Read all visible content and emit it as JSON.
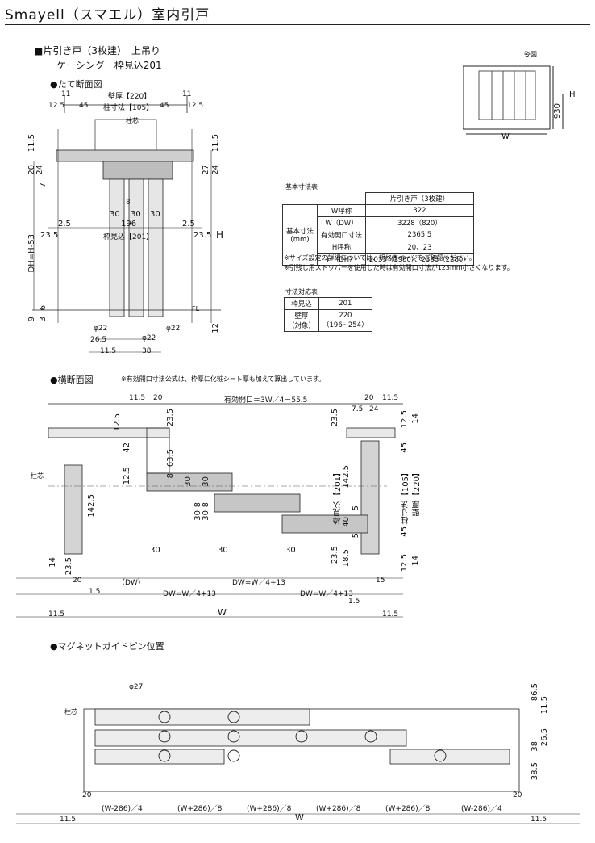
{
  "title": "Smayell（スマエル）室内引戸",
  "product": {
    "line1": "■片引き戸（3枚建）　上吊り",
    "line2": "ケーシング　枠見込201"
  },
  "key_plan": {
    "label": "姿図",
    "w": "W",
    "h": "H",
    "h_value": "930"
  },
  "vertical_section": {
    "heading": "●たて断面図",
    "top_labels": {
      "n11_left": "11",
      "n11_right": "11",
      "wall": "壁厚【220】",
      "n12_5_left": "12.5",
      "n45_left": "45",
      "pillar": "柱寸法【105】",
      "n45_right": "45",
      "n12_5_right": "12.5",
      "center": "柱芯"
    },
    "dims": {
      "v11_5_left": "11.5",
      "v11_5_right": "11.5",
      "v20": "20",
      "v24": "24",
      "v27": "27",
      "v24_r": "24",
      "v7": "7",
      "v8": "8",
      "h30a": "30",
      "h30b": "30",
      "h30c": "30",
      "h196": "196",
      "h2_5_left": "2.5",
      "h2_5_right": "2.5",
      "h23_5_left": "23.5",
      "h23_5_right": "23.5",
      "frame": "枠見込【201】",
      "dh": "DH=H-53",
      "h": "H",
      "fl": "FL",
      "v6": "6",
      "v3": "3",
      "v9": "9",
      "v12": "12",
      "phi22a": "φ22",
      "phi22b": "φ22",
      "phi22c": "φ22",
      "d26_5": "26.5",
      "d11_5": "11.5",
      "d38": "38"
    }
  },
  "basic_table": {
    "caption": "基本寸法表",
    "header": "片引き戸（3枚建）",
    "row_group": "基本寸法\n(mm)",
    "rows": [
      {
        "label": "W呼称",
        "value": "322"
      },
      {
        "label": "W（DW）",
        "value": "3228（820）"
      },
      {
        "label": "有効開口寸法",
        "value": "2365.5"
      },
      {
        "label": "H呼称",
        "value": "20、23"
      },
      {
        "label": "H（DH）",
        "value": "2033（1980）、2333（2280）"
      }
    ],
    "note1": "※サイズ設定の詳細については、規格表ページをご確認ください。",
    "note2": "※引残し用ストッパーを使用した時は有効開口寸法が123mm小さくなります。"
  },
  "corr_table": {
    "caption": "寸法対応表",
    "r1_label": "枠見込",
    "r1_value": "201",
    "r2_label": "壁厚\n（対象）",
    "r2_value": "220\n（196~254）"
  },
  "horizontal_section": {
    "heading": "●横断面図",
    "note": "※有効開口寸法公式は、枠厚に化粧シート厚も加えて算出しています。",
    "top": {
      "l11_5": "11.5",
      "l20": "20",
      "opening": "有効開口＝3W／4－55.5",
      "r20": "20",
      "r11_5": "11.5",
      "r7_5": "7.5",
      "r24": "24"
    },
    "left_v": {
      "a12_5": "12.5",
      "a23_5": "23.5",
      "a42": "42",
      "a63_5": "63.5",
      "a12_5b": "12.5",
      "a8": "8",
      "a30a": "30",
      "a30b": "30",
      "a142_5": "142.5",
      "a8b": "8",
      "a30c": "30",
      "a8c": "8",
      "a30d": "30"
    },
    "right_v": {
      "b23_5": "23.5",
      "b201": "枠見込【201】",
      "b142_5": "142.5",
      "b5a": "5",
      "b40": "40",
      "b5b": "5",
      "b23_5b": "23.5",
      "b18_5": "18.5",
      "b12_5": "12.5",
      "b14": "14",
      "b45a": "45",
      "b105": "柱寸法【105】",
      "b220": "壁厚【220】",
      "b45b": "45",
      "b12_5b": "12.5",
      "b14b": "14"
    },
    "center": "柱芯",
    "bottom": {
      "b30a": "30",
      "b30b": "30",
      "b30c": "30",
      "l14": "14",
      "l23_5": "23.5",
      "l20": "20",
      "dw": "（DW）",
      "l1_5": "1.5",
      "dw1": "DW=W／4+13",
      "dw2": "DW=W／4+13",
      "dw3": "DW=W／4+13",
      "r1_5": "1.5",
      "r15": "15",
      "w": "W",
      "l11_5": "11.5",
      "r11_5": "11.5"
    }
  },
  "magnet": {
    "heading": "●マグネットガイドピン位置",
    "phi27": "φ27",
    "center": "柱芯",
    "right_v": {
      "c86_5": "86.5",
      "c11_5": "11.5",
      "c26_5": "26.5",
      "c38a": "38",
      "c38b": "38.5"
    },
    "l20": "20",
    "r20": "20",
    "segs": [
      "(W-286)／4",
      "(W+286)／8",
      "(W+286)／8",
      "(W+286)／8",
      "(W+286)／8",
      "(W-286)／4"
    ],
    "w": "W",
    "l11_5": "11.5",
    "r11_5": "11.5"
  }
}
